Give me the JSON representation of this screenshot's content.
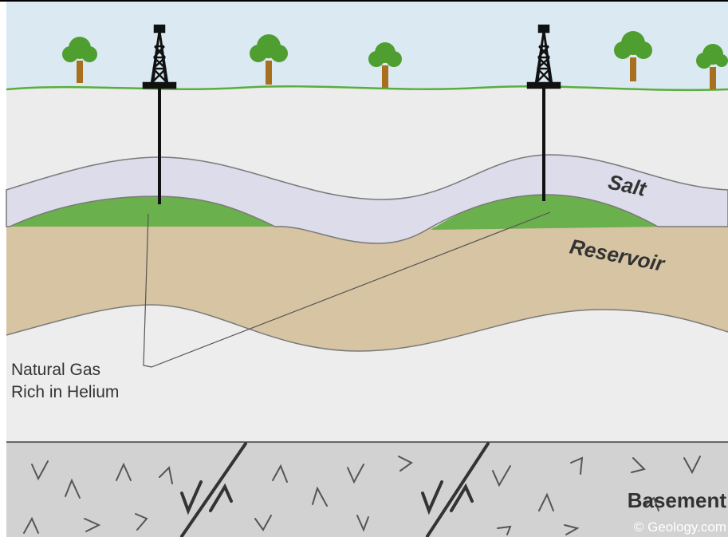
{
  "diagram": {
    "labels": {
      "salt": "Salt",
      "reservoir": "Reservoir",
      "gas_line1": "Natural Gas",
      "gas_line2": "Rich in Helium",
      "basement": "Basement",
      "credit": "© Geology.com"
    },
    "colors": {
      "sky": "#dbe9f2",
      "ground_line": "#5aae3c",
      "upper_rock": "#ececec",
      "salt": "#dcdcea",
      "gas": "#6ab04c",
      "reservoir": "#d6c4a2",
      "lower_rock": "#ededed",
      "basement": "#d2d2d2",
      "tree_foliage": "#4f9e30",
      "tree_trunk": "#a8701e",
      "derrick": "#111111"
    },
    "icons": [
      "tree-icon",
      "oil-derrick-icon"
    ]
  }
}
